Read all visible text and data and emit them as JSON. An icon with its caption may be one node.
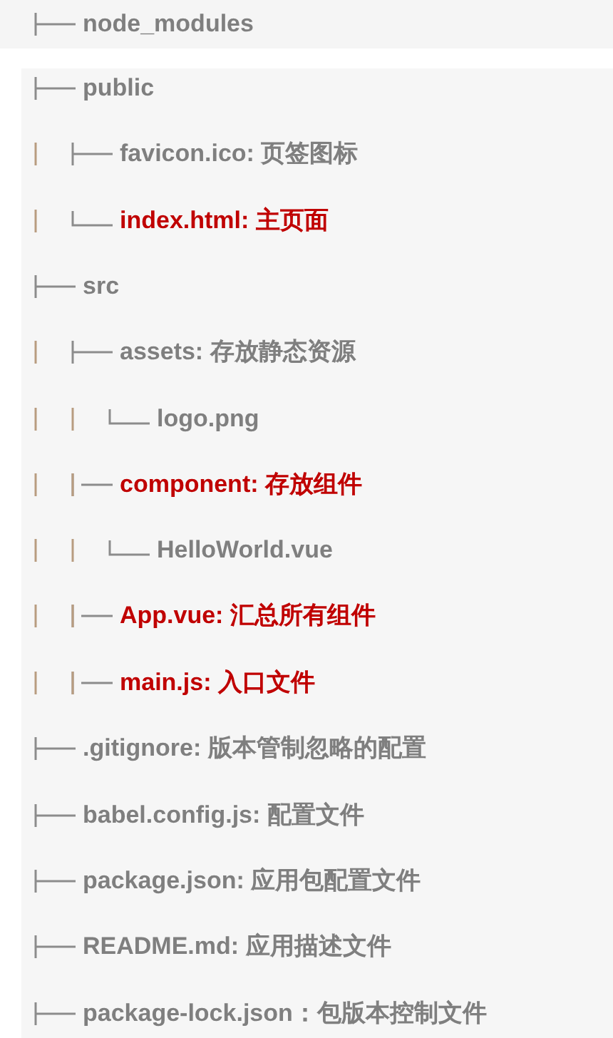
{
  "diagram": {
    "labels": [
      "node_modules",
      "public",
      "favicon.ico: 页签图标",
      "index.html: 主页面",
      "src",
      "assets: 存放静态资源",
      "logo.png",
      "component: 存放组件",
      "HelloWorld.vue",
      "App.vue: 汇总所有组件",
      "main.js: 入口文件",
      ".gitignore: 版本管制忽略的配置",
      "babel.config.js: 配置文件",
      "package.json: 应用包配置文件",
      "README.md: 应用描述文件",
      "package-lock.json：包版本控制文件"
    ]
  }
}
